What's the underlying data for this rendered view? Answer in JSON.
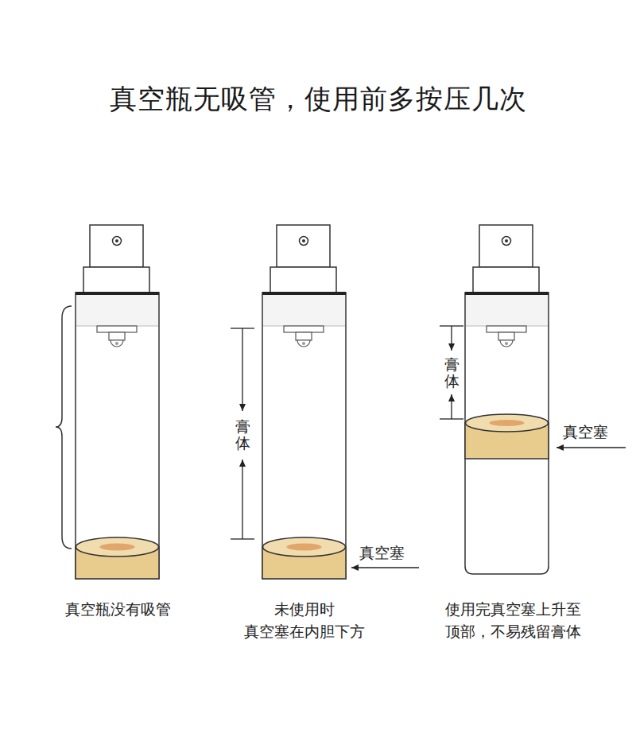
{
  "diagram": {
    "title": "真空瓶无吸管，使用前多按压几次",
    "labels": [
      "真空瓶没有吸管",
      "膏体",
      "真空塞",
      "未使用时 真空塞在内胆下方",
      "膏体",
      "真空塞",
      "使用完真空塞上升至 顶部，不易残留膏体"
    ]
  }
}
